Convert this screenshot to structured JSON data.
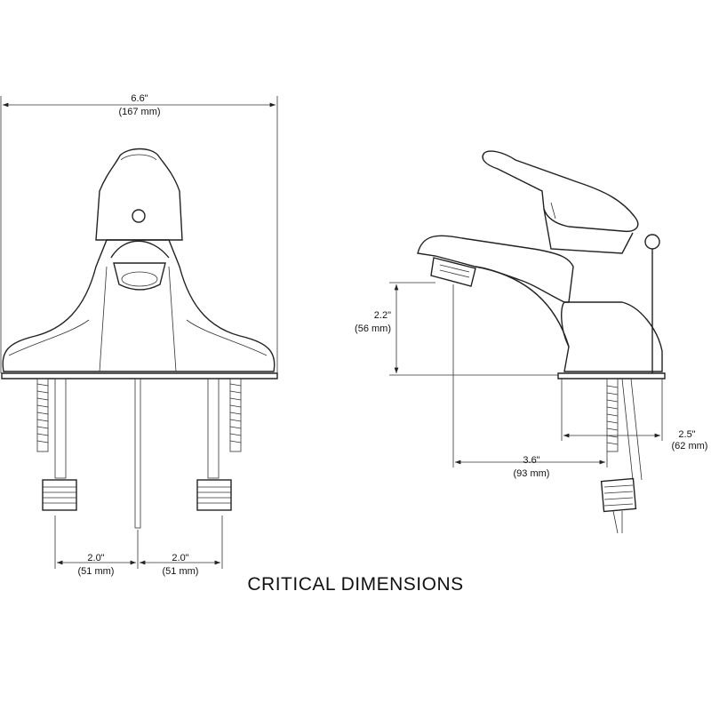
{
  "title": "CRITICAL DIMENSIONS",
  "front_view": {
    "width": {
      "inch": "6.6\"",
      "mm": "(167 mm)"
    },
    "left_spacing": {
      "inch": "2.0\"",
      "mm": "(51 mm)"
    },
    "right_spacing": {
      "inch": "2.0\"",
      "mm": "(51 mm)"
    }
  },
  "side_view": {
    "spout_height": {
      "inch": "2.2\"",
      "mm": "(56 mm)"
    },
    "base_depth": {
      "inch": "2.5\"",
      "mm": "(62 mm)"
    },
    "spout_reach": {
      "inch": "3.6\"",
      "mm": "(93 mm)"
    }
  }
}
